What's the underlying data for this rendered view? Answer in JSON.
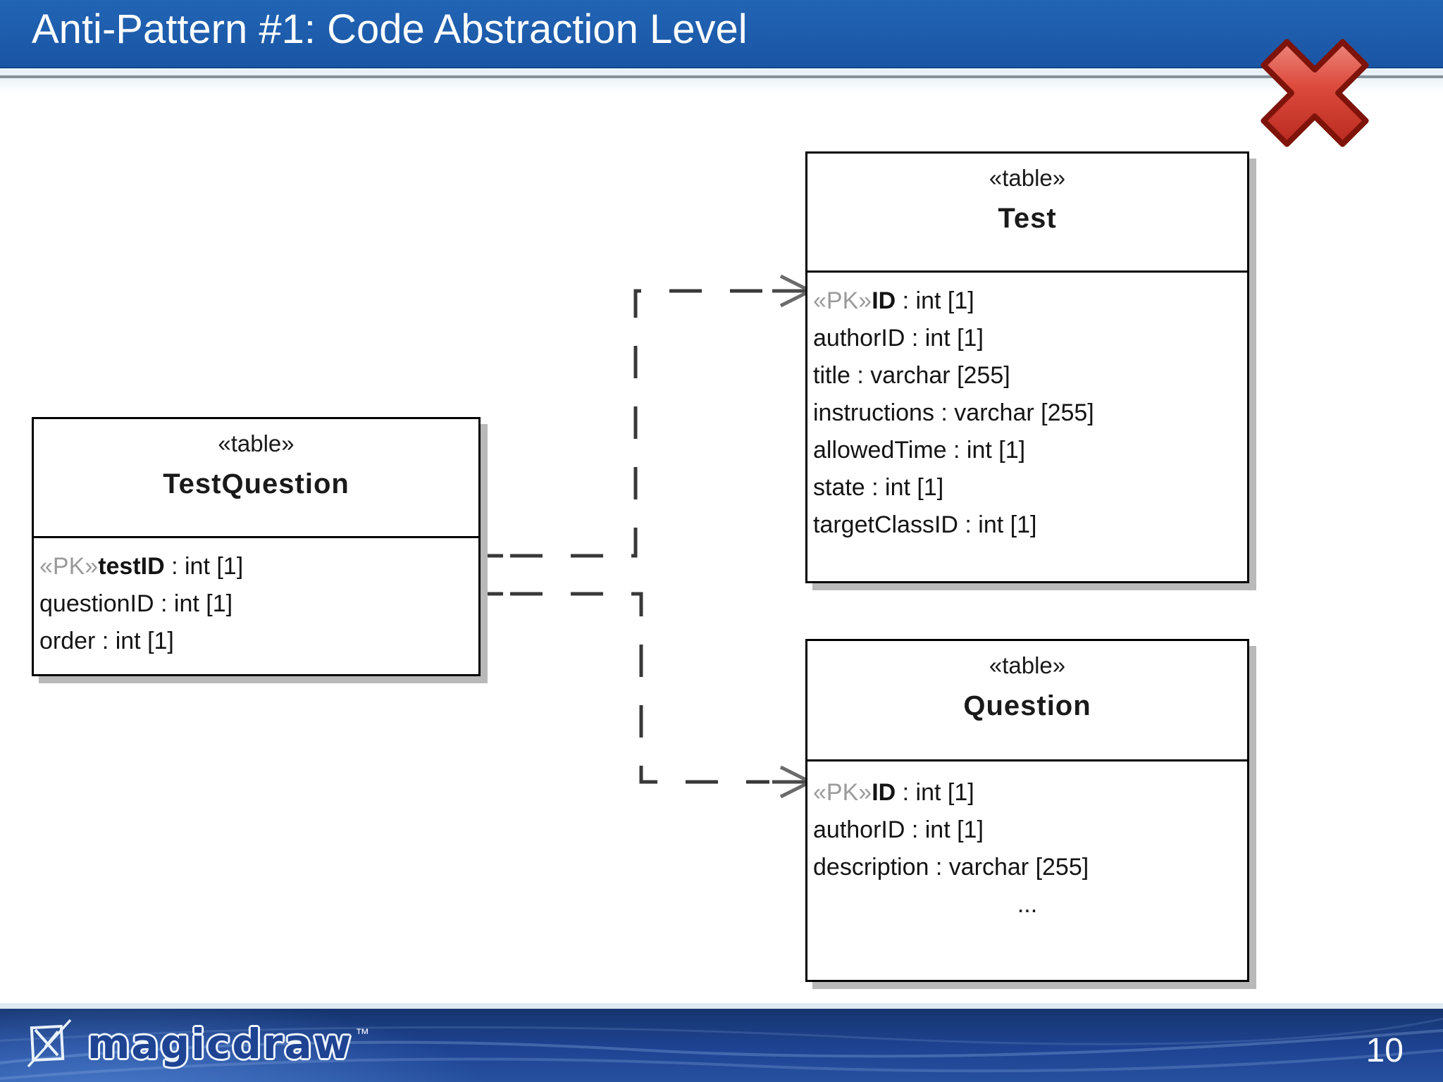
{
  "slide": {
    "title": "Anti-Pattern #1: Code Abstraction Level",
    "page_number": "10",
    "footer_logo_text": "magicdraw",
    "footer_logo_tm": "™"
  },
  "icons": {
    "error_cross": "red-x-mark",
    "footer_logo_icon": "magicdraw-emblem",
    "fk_port": "small-circle-anchor",
    "dependency_arrow": "open-arrowhead"
  },
  "colors": {
    "title_bar_blue": "#1e5bac",
    "footer_blue": "#1e4392",
    "cross_red": "#c72318",
    "stereotype_gray": "#9b9b9b",
    "shadow_gray": "#b9b9b9",
    "connector_dark": "#383838"
  },
  "diagram": {
    "tables": [
      {
        "name": "TestQuestion",
        "stereotype": "«table»",
        "attributes": [
          {
            "prefix": "«PK»",
            "name": "testID",
            "type": " : int [1]"
          },
          {
            "prefix": "",
            "name": "questionID",
            "type": " : int [1]"
          },
          {
            "prefix": "",
            "name": "order",
            "type": " : int [1]"
          }
        ]
      },
      {
        "name": "Test",
        "stereotype": "«table»",
        "attributes": [
          {
            "prefix": "«PK»",
            "name": "ID",
            "type": " : int [1]"
          },
          {
            "prefix": "",
            "name": "authorID",
            "type": " : int [1]"
          },
          {
            "prefix": "",
            "name": "title",
            "type": " : varchar [255]"
          },
          {
            "prefix": "",
            "name": "instructions",
            "type": " : varchar [255]"
          },
          {
            "prefix": "",
            "name": "allowedTime",
            "type": " : int [1]"
          },
          {
            "prefix": "",
            "name": "state",
            "type": " : int [1]"
          },
          {
            "prefix": "",
            "name": "targetClassID",
            "type": " : int [1]"
          }
        ]
      },
      {
        "name": "Question",
        "stereotype": "«table»",
        "attributes": [
          {
            "prefix": "«PK»",
            "name": "ID",
            "type": " : int [1]"
          },
          {
            "prefix": "",
            "name": "authorID",
            "type": " : int [1]"
          },
          {
            "prefix": "",
            "name": "description",
            "type": " : varchar [255]"
          },
          {
            "prefix": "",
            "name": "...",
            "type": ""
          }
        ]
      }
    ]
  }
}
